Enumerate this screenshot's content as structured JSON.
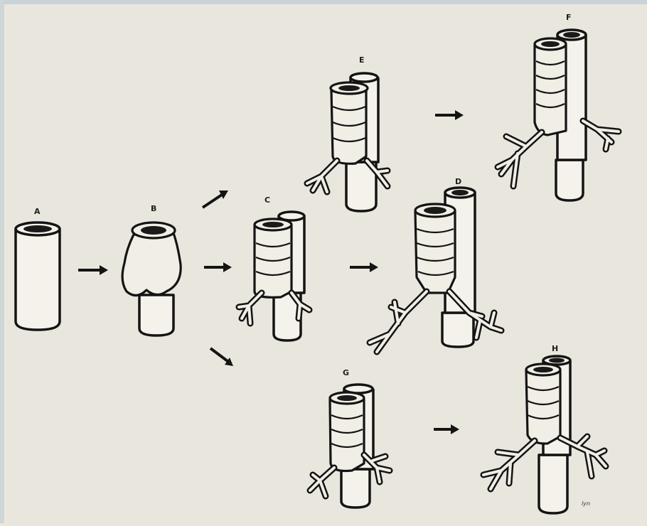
{
  "figure": {
    "labels": {
      "A": "A",
      "B": "B",
      "C": "C",
      "D": "D",
      "E": "E",
      "F": "F",
      "G": "G",
      "H": "H"
    },
    "signature": "lyn"
  },
  "colors": {
    "background": "#e9e7dd",
    "ink": "#141414",
    "paper": "#f4f2ea"
  }
}
